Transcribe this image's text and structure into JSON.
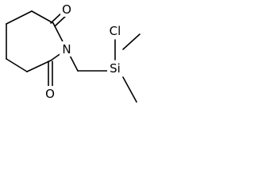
{
  "molecule": {
    "atoms": {
      "carbonyl_oxygen_top": "O",
      "ring_nitrogen": "N",
      "carbonyl_oxygen_bottom": "O",
      "silicon": "Si",
      "chlorine": "Cl"
    }
  },
  "colors": {
    "bond": "#000000",
    "text": "#000000",
    "background": "#ffffff"
  }
}
